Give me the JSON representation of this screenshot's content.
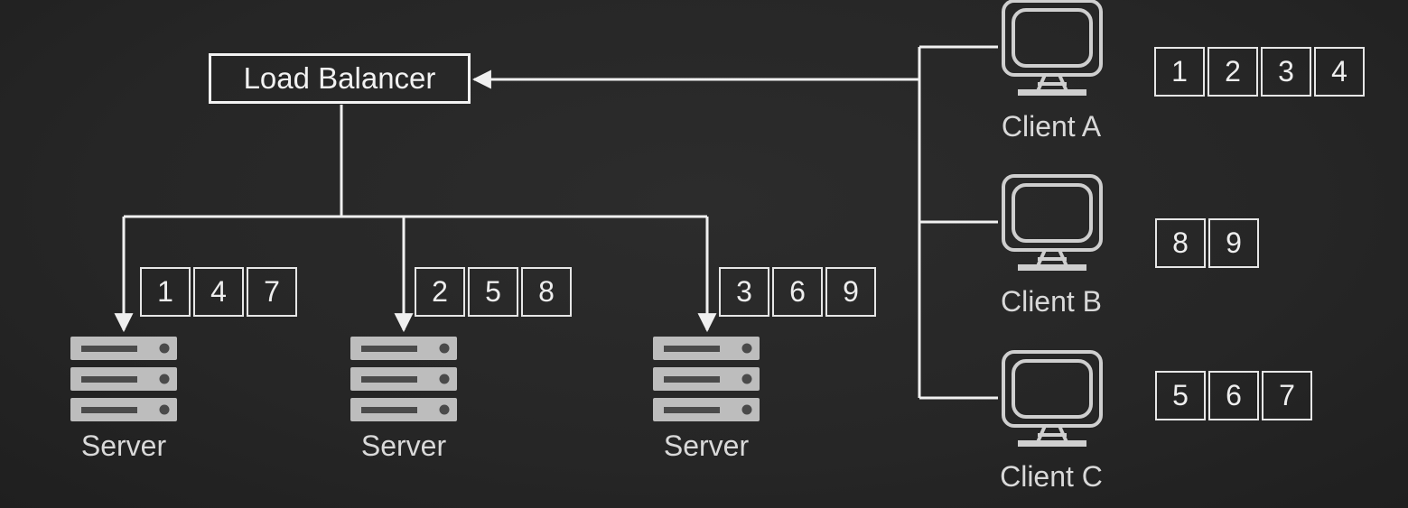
{
  "load_balancer": {
    "label": "Load Balancer"
  },
  "servers": [
    {
      "label": "Server",
      "requests": [
        "1",
        "4",
        "7"
      ]
    },
    {
      "label": "Server",
      "requests": [
        "2",
        "5",
        "8"
      ]
    },
    {
      "label": "Server",
      "requests": [
        "3",
        "6",
        "9"
      ]
    }
  ],
  "clients": [
    {
      "label": "Client A",
      "requests": [
        "1",
        "2",
        "3",
        "4"
      ]
    },
    {
      "label": "Client B",
      "requests": [
        "8",
        "9"
      ]
    },
    {
      "label": "Client C",
      "requests": [
        "5",
        "6",
        "7"
      ]
    }
  ],
  "colors": {
    "background": "#272727",
    "line": "#f0f0f0",
    "server": "#bdbdbd",
    "monitor": "#cfcfcf",
    "text": "#d9d9d9"
  }
}
